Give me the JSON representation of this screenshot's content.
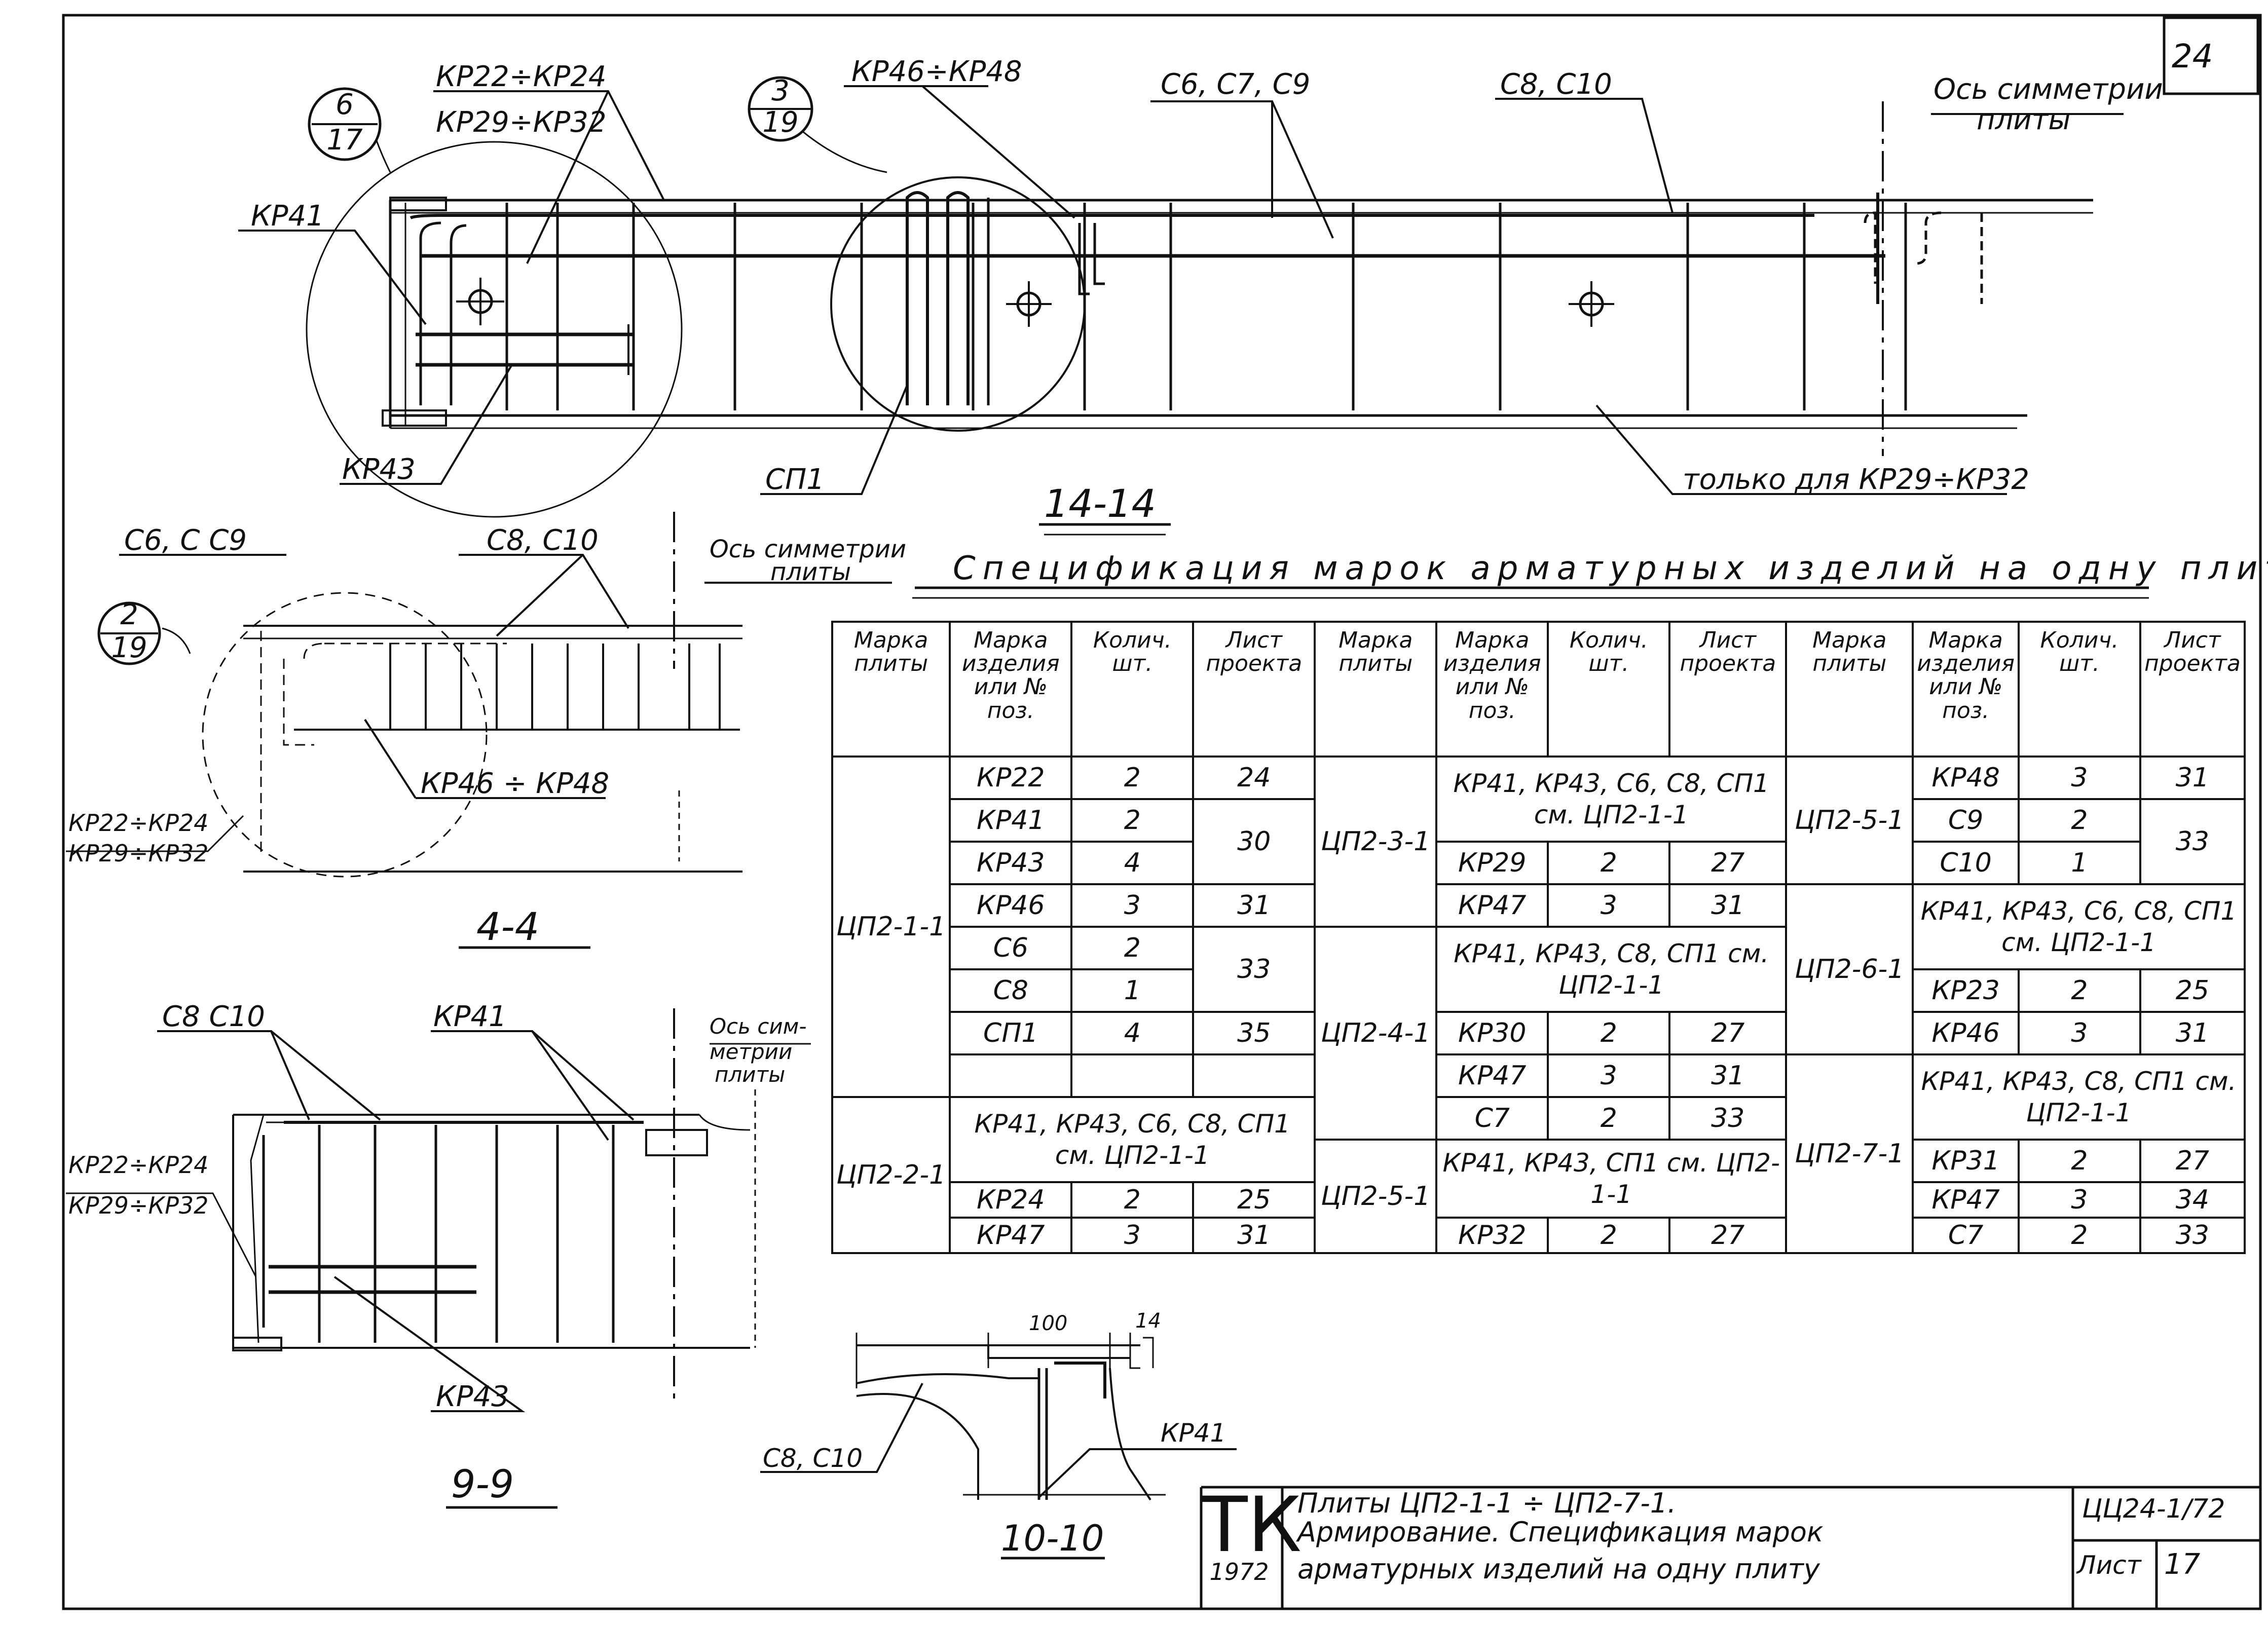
{
  "page_number": "24",
  "labels": {
    "callout_6_17_top": "6",
    "callout_6_17_bottom": "17",
    "callout_3_19_top": "3",
    "callout_3_19_bottom": "19",
    "callout_2_19_top": "2",
    "callout_2_19_bottom": "19",
    "kp22_kp24": "КР22÷КР24",
    "kp29_kp32": "КР29÷КР32",
    "kp46_kp48": "КР46÷КР48",
    "c6_c7_c9": "С6, С7, С9",
    "c8_c10": "С8, С10",
    "axis_symmetry_1": "Ось симметрии",
    "axis_symmetry_2": "плиты",
    "kp41": "КР41",
    "kp43": "КР43",
    "cp1": "СП1",
    "only_for": "только для КР29÷КР32",
    "section_14": "14-14",
    "c6_c_c9": "С6, С С9",
    "c8_c10_b": "С8, С10",
    "kp46_kp48_b": "КР46 ÷ КР48",
    "kp22_kp24_b": "КР22÷КР24",
    "kp29_kp32_b": "КР29÷КР32",
    "section_4": "4-4",
    "c8_c10_c": "С8 С10",
    "kp41_c": "КР41",
    "axis_sym_c1": "Ось сим-",
    "axis_sym_c2": "метрии",
    "axis_sym_c3": "плиты",
    "kp22_kp24_c": "КР22÷КР24",
    "kp29_kp32_c": "КР29÷КР32",
    "kp43_c": "КР43",
    "section_9": "9-9",
    "dim_100": "100",
    "dim_14": "14",
    "c8_c10_d": "С8, С10",
    "kp41_d": "КР41",
    "section_10": "10-10"
  },
  "spec": {
    "title": "Спецификация марок арматурных изделий на одну плиту",
    "headers": {
      "plate": "Марка плиты",
      "item": "Марка изделия или № поз.",
      "qty": "Колич. шт.",
      "sheet": "Лист проекта"
    },
    "block1": {
      "plate_a": "ЦП2-1-1",
      "r1": [
        "КР22",
        "2",
        "24"
      ],
      "r2": [
        "КР41",
        "2"
      ],
      "r3": [
        "КР43",
        "4"
      ],
      "r23_sheet": "30",
      "r4": [
        "КР46",
        "3",
        "31"
      ],
      "r5": [
        "С6",
        "2"
      ],
      "r6": [
        "С8",
        "1"
      ],
      "r56_sheet": "33",
      "r7": [
        "СП1",
        "4",
        "35"
      ],
      "plate_b": "ЦП2-2-1",
      "note_b": "КР41, КР43, С6, С8, СП1 см. ЦП2-1-1",
      "r9": [
        "КР24",
        "2",
        "25"
      ],
      "r10": [
        "КР47",
        "3",
        "31"
      ]
    },
    "block2": {
      "plate_3": "ЦП2-3-1",
      "note_3": "КР41, КР43, С6, С8, СП1 см. ЦП2-1-1",
      "r3a": [
        "КР29",
        "2",
        "27"
      ],
      "r3b": [
        "КР47",
        "3",
        "31"
      ],
      "plate_4": "ЦП2-4-1",
      "note_4": "КР41, КР43, С8, СП1 см. ЦП2-1-1",
      "r4a": [
        "КР30",
        "2",
        "27"
      ],
      "r4b": [
        "КР47",
        "3",
        "31"
      ],
      "r4c": [
        "С7",
        "2",
        "33"
      ],
      "plate_5": "ЦП2-5-1",
      "note_5": "КР41, КР43, СП1 см. ЦП2-1-1",
      "r5a": [
        "КР32",
        "2",
        "27"
      ]
    },
    "block3": {
      "plate_5": "ЦП2-5-1",
      "r1": [
        "КР48",
        "3",
        "31"
      ],
      "r2": [
        "С9",
        "2"
      ],
      "r3": [
        "С10",
        "1"
      ],
      "r23_sheet": "33",
      "plate_6": "ЦП2-6-1",
      "note_6": "КР41, КР43, С6, С8, СП1 см. ЦП2-1-1",
      "r6a": [
        "КР23",
        "2",
        "25"
      ],
      "r6b": [
        "КР46",
        "3",
        "31"
      ],
      "plate_7": "ЦП2-7-1",
      "note_7": "КР41, КР43, С8, СП1 см. ЦП2-1-1",
      "r7a": [
        "КР31",
        "2",
        "27"
      ],
      "r7b": [
        "КР47",
        "3",
        "34"
      ],
      "r7c": [
        "С7",
        "2",
        "33"
      ]
    }
  },
  "title_block": {
    "mark": "ТК",
    "year": "1972",
    "line1": "Плиты ЦП2-1-1 ÷ ЦП2-7-1.",
    "line2": "Армирование. Спецификация марок",
    "line3": "арматурных изделий на одну плиту",
    "code": "ЦЦ24-1/72",
    "sheet_label": "Лист",
    "sheet_no": "17"
  }
}
